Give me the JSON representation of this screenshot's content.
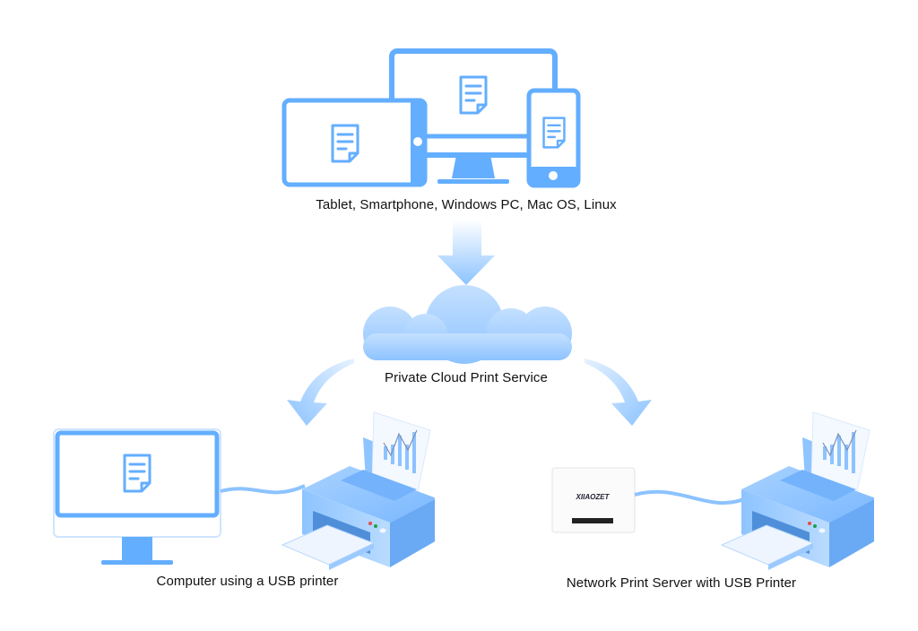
{
  "devices_label": "Tablet, Smartphone, Windows PC, Mac OS, Linux",
  "cloud_label": "Private Cloud Print Service",
  "left_label": "Computer using a USB printer",
  "right_label": "Network Print Server with USB Printer",
  "print_server_brand": "XIIAOZET",
  "colors": {
    "accent": "#63aeff",
    "light_accent": "#cfe5ff",
    "cloud": "#9ccaff",
    "text": "#111111"
  }
}
